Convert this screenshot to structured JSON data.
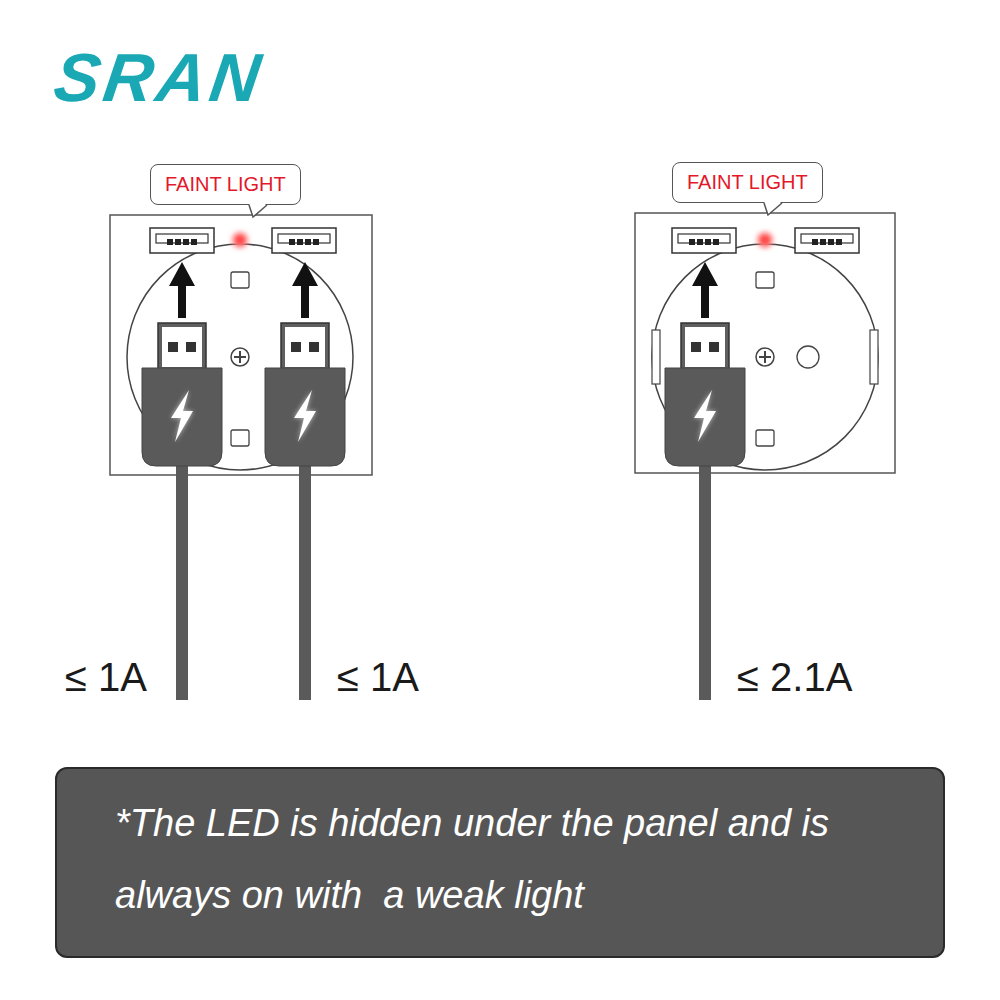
{
  "diagram": {
    "title": "SRAN",
    "nodes": [
      {
        "text": [
          "FAINT LIGHT"
        ]
      },
      {
        "text": [
          "FAINT LIGHT"
        ]
      },
      {
        "text": [
          "*The LED is hidden under the panel and is always on with  a weak light"
        ]
      }
    ],
    "labels": [
      "≤ 1A",
      "≤ 1A",
      "≤ 2.1A"
    ]
  }
}
